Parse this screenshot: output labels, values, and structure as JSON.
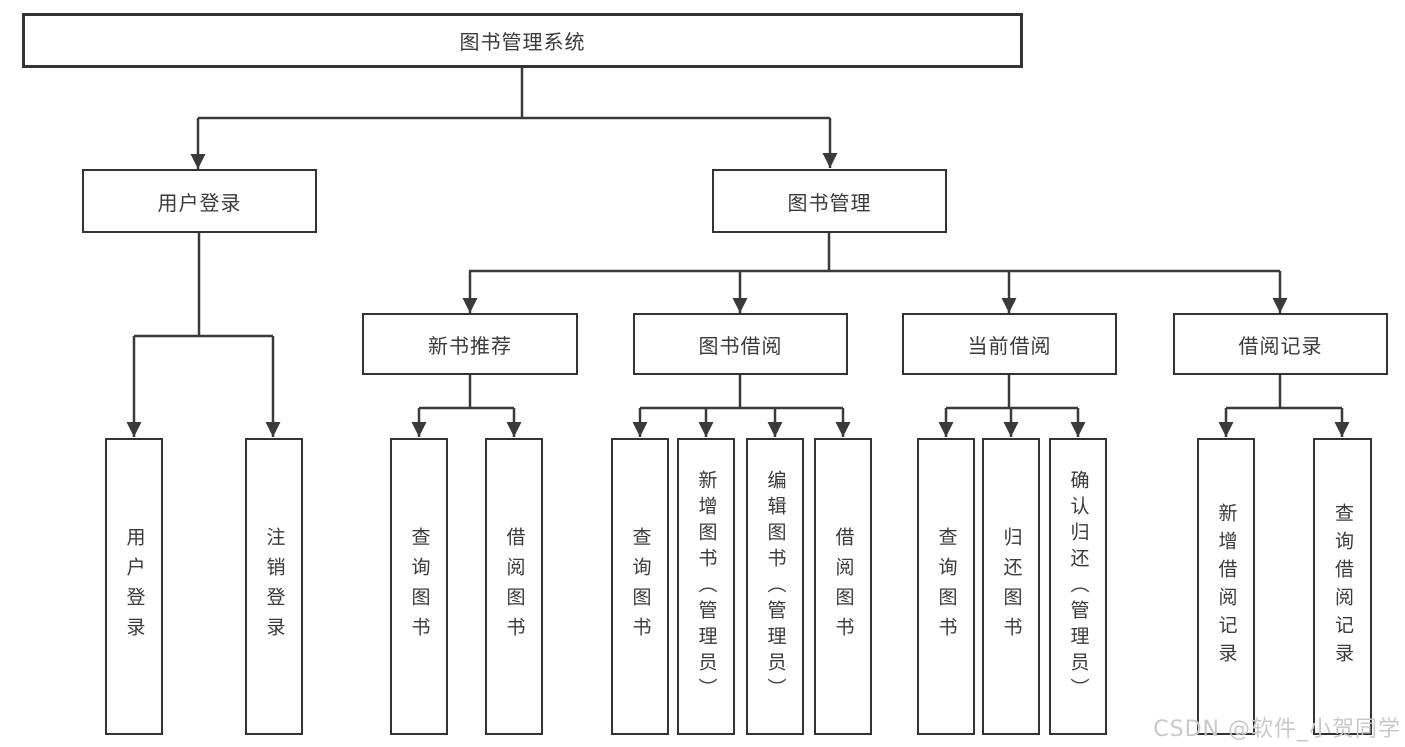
{
  "colors": {
    "line": "#3a3a3a",
    "box_border": "#333333",
    "text": "#3a3a3a",
    "watermark_text_color": "#c9c9c9",
    "background": "#ffffff"
  },
  "diagram": {
    "root": {
      "label": "图书管理系统"
    },
    "level2": {
      "user_login": {
        "label": "用户登录"
      },
      "book_mgmt": {
        "label": "图书管理"
      }
    },
    "level3": {
      "new_book_rec": {
        "label": "新书推荐"
      },
      "book_borrow": {
        "label": "图书借阅"
      },
      "current_borrow": {
        "label": "当前借阅"
      },
      "borrow_records": {
        "label": "借阅记录"
      }
    },
    "leaves": {
      "user_login": {
        "label": "用户登录"
      },
      "logout": {
        "label": "注销登录"
      },
      "nbr_query_book": {
        "label": "查询图书"
      },
      "nbr_borrow_book": {
        "label": "借阅图书"
      },
      "bb_query_book": {
        "label": "查询图书"
      },
      "bb_add_book": {
        "label": "新增图书（管理员）"
      },
      "bb_edit_book": {
        "label": "编辑图书（管理员）"
      },
      "bb_borrow_book": {
        "label": "借阅图书"
      },
      "cb_query_book": {
        "label": "查询图书"
      },
      "cb_return_book": {
        "label": "归还图书"
      },
      "cb_confirm_return": {
        "label": "确认归还（管理员）"
      },
      "br_add_record": {
        "label": "新增借阅记录"
      },
      "br_query_record": {
        "label": "查询借阅记录"
      }
    }
  },
  "watermark": {
    "text": "CSDN @软件_小贺同学"
  }
}
